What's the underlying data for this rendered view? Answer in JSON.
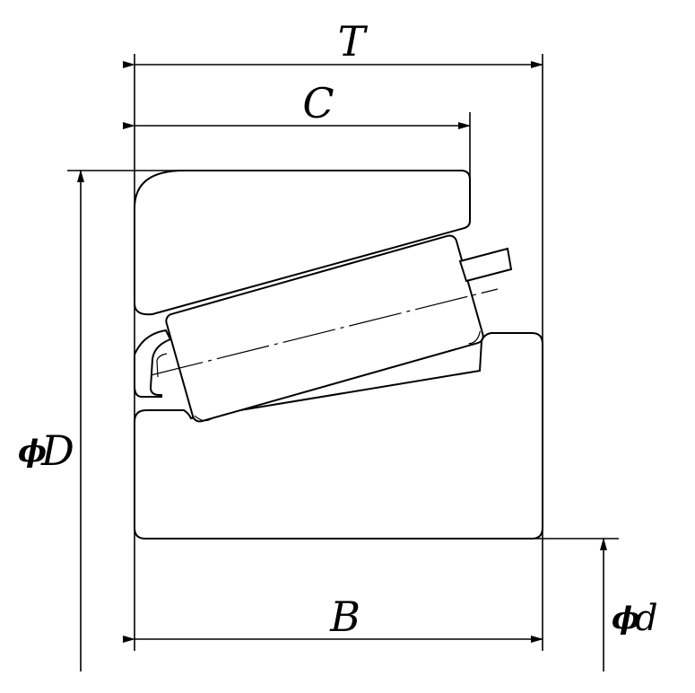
{
  "labels": {
    "T": "T",
    "C": "C",
    "B": "B",
    "phi": "ϕ",
    "D": "D",
    "d": "d"
  },
  "colors": {
    "line": "#000000",
    "background": "#ffffff"
  }
}
